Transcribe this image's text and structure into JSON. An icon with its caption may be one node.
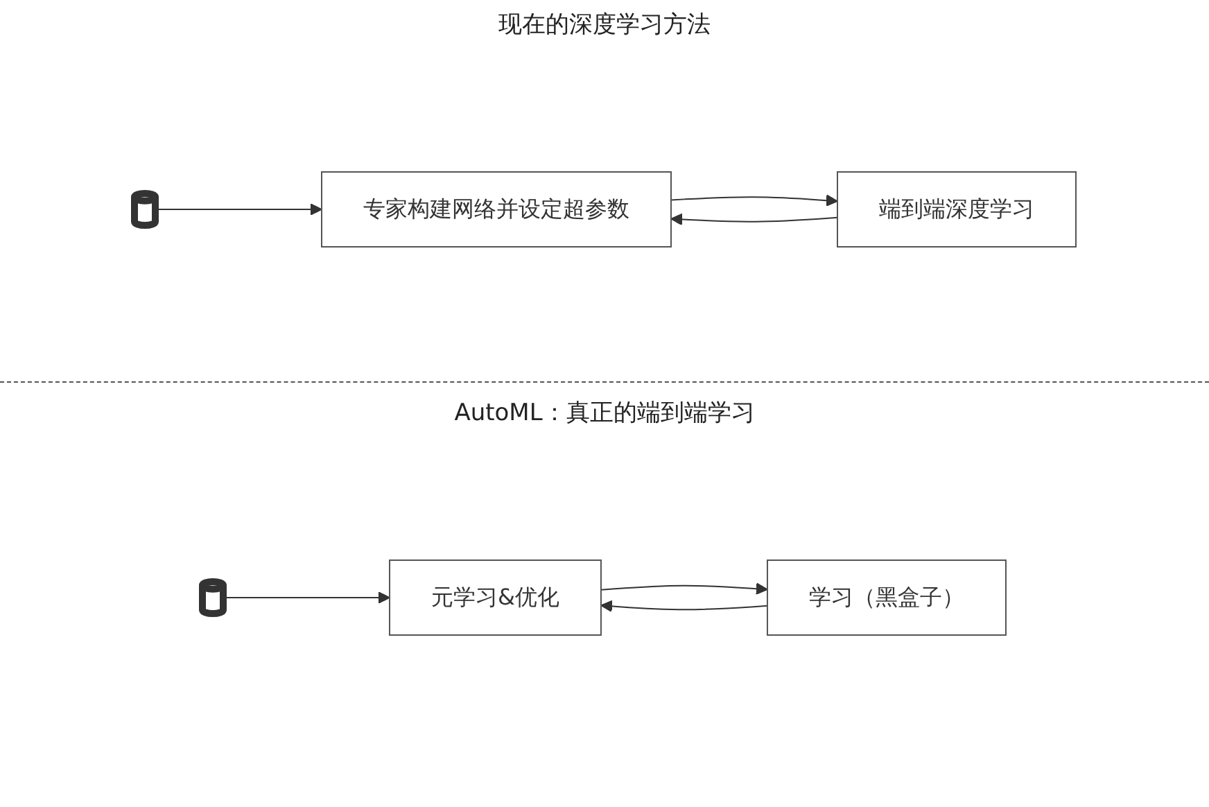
{
  "diagram": {
    "nodes": [
      {
        "text": [],
        "shape": "cylinder"
      },
      {
        "text": [
          "专家构建网络并设定超参数"
        ]
      },
      {
        "text": [
          "端到端深度学习"
        ]
      },
      {
        "text": [],
        "shape": "cylinder"
      },
      {
        "text": [
          "元学习&优化"
        ]
      },
      {
        "text": [
          "学习（黑盒子）"
        ]
      }
    ],
    "edges": [
      {
        "from": 0,
        "to": 1,
        "arrow": "to"
      },
      {
        "from": 1,
        "to": 2,
        "arrow": "to"
      },
      {
        "from": 2,
        "to": 1,
        "arrow": "to"
      },
      {
        "from": 3,
        "to": 4,
        "arrow": "to"
      },
      {
        "from": 4,
        "to": 5,
        "arrow": "to"
      },
      {
        "from": 5,
        "to": 4,
        "arrow": "to"
      }
    ],
    "labels": [
      "现在的深度学习方法",
      "AutoML：真正的端到端学习"
    ]
  }
}
